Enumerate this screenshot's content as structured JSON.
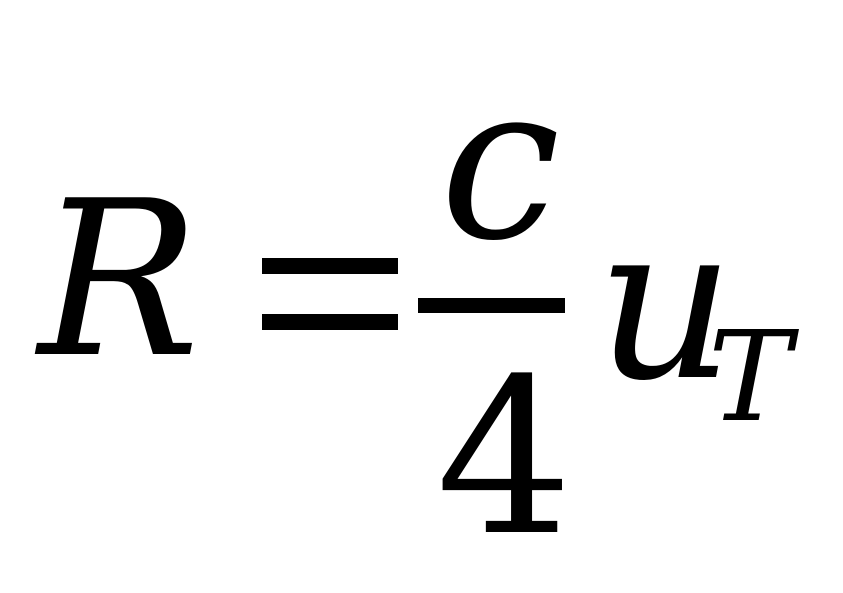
{
  "formula": {
    "lhs": "R",
    "numerator": "c",
    "denominator": "4",
    "variable": "u",
    "subscript": "T"
  }
}
